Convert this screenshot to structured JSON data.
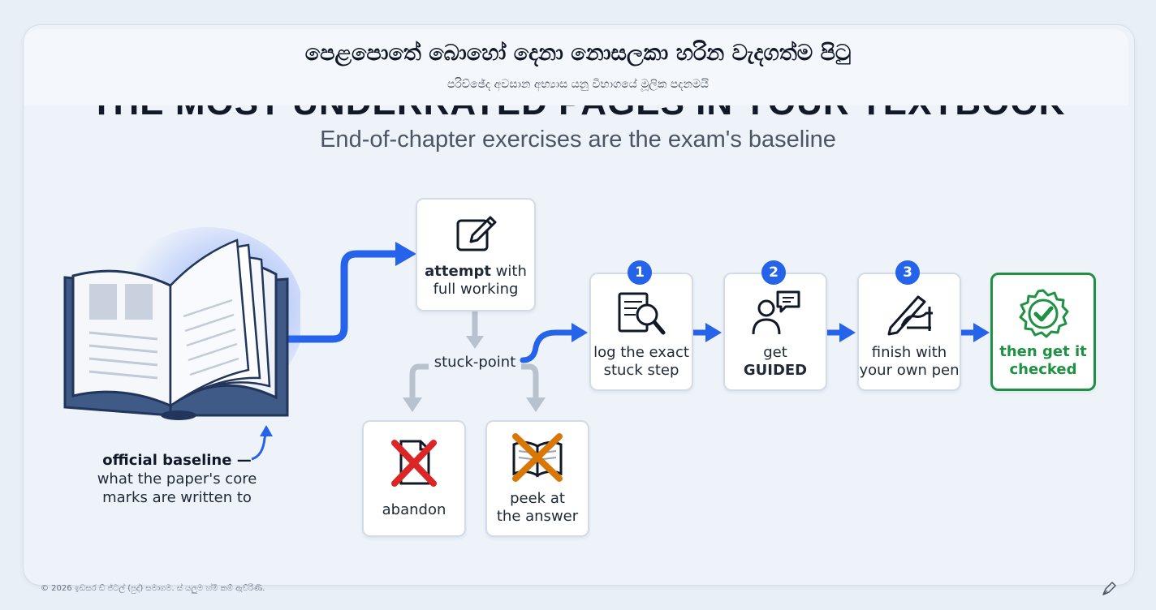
{
  "header": {
    "title_si": "පෙළපොතේ බොහෝ දෙනා නොසලකා හරින වැදගත්ම පිටු",
    "subtitle_si": "පරිච්ඡේද අවසාන අභ්‍යාස යනු විභාගයේ මූලික පදනමයි",
    "title_en": "THE MOST UNDERRATED PAGES IN YOUR TEXTBOOK",
    "subtitle_en": "End-of-chapter exercises are the exam's baseline"
  },
  "textbook": {
    "icon": "open-book-icon",
    "caption_bold": "official baseline —",
    "caption_rest_1": "what the paper's core",
    "caption_rest_2": "marks are written to"
  },
  "attempt": {
    "icon": "pencil-square-icon",
    "label_bold": "attempt",
    "label_rest": " with",
    "label_line2": "full working"
  },
  "stuck_point": "stuck-point",
  "bad_paths": [
    {
      "icon": "crossed-page-icon",
      "label_1": "abandon",
      "label_2": "",
      "cross_color": "#dc2626"
    },
    {
      "icon": "crossed-book-icon",
      "label_1": "peek at",
      "label_2": "the answer",
      "cross_color": "#d97706"
    }
  ],
  "steps": [
    {
      "badge": "1",
      "icon": "magnifier-document-icon",
      "line1": "log the exact",
      "line2": "stuck step"
    },
    {
      "badge": "2",
      "icon": "person-speech-bubble-icon",
      "line1": "get",
      "line2": "GUIDED"
    },
    {
      "badge": "3",
      "icon": "hand-writing-pen-icon",
      "line1": "finish with",
      "line2": "your own pen"
    }
  ],
  "final": {
    "icon": "check-seal-icon",
    "line1": "then get it",
    "line2": "checked",
    "color": "#1f9142"
  },
  "colors": {
    "accent": "#2563eb",
    "gray_arrow": "#b8c2cf",
    "success": "#1f9142",
    "book_glow": "#3b6cf6"
  },
  "footer": "© 2026 ඉඩසර ඩ්‌ ජ්‌ටල් (පුද්) සමාගම. ස්‌ යලුම හ්‌මි‌ කම් ඇව්‌රි‌ණි."
}
